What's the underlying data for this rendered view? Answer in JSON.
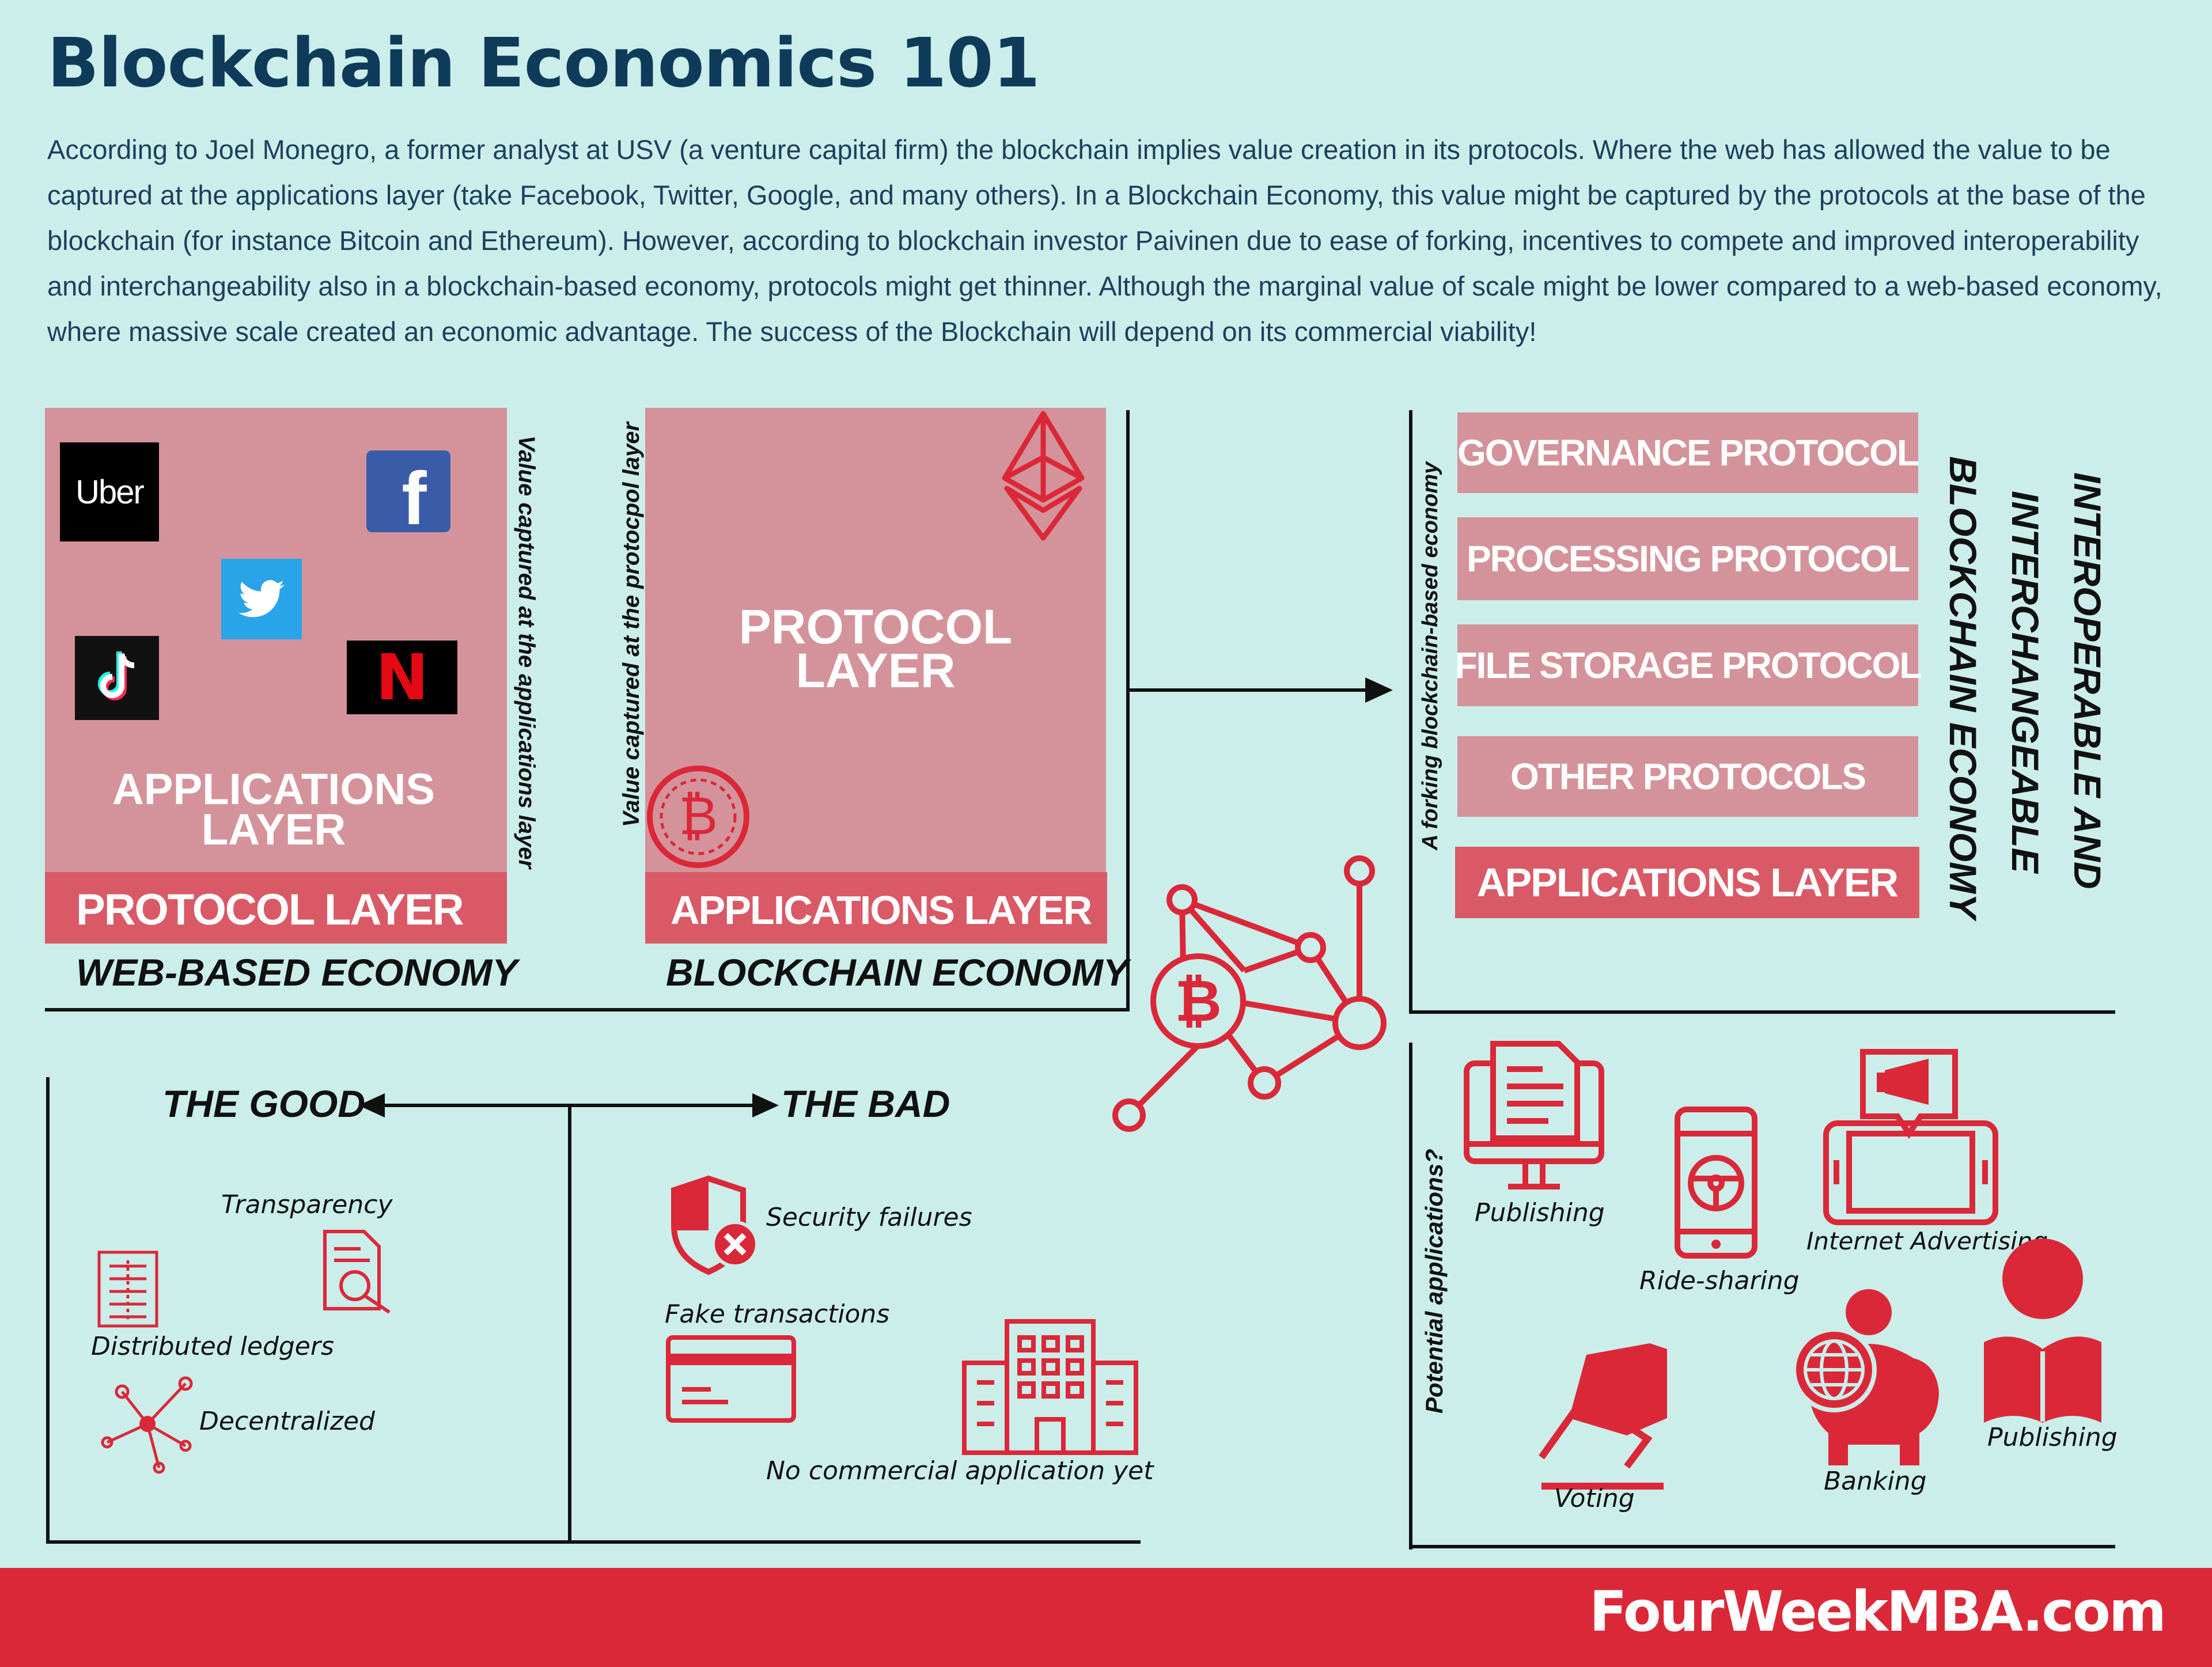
{
  "title": "Blockchain Economics 101",
  "intro": "According to Joel Monegro, a former analyst at USV (a venture capital firm) the blockchain implies value creation in its protocols. Where the web has allowed the value to be captured at the applications layer (take Facebook, Twitter, Google, and many others). In a Blockchain Economy, this value might be captured by the protocols at the base of the blockchain (for instance Bitcoin and Ethereum). However, according to blockchain investor Paivinen due to ease of forking, incentives to compete and improved interoperability and interchangeability also in a blockchain-based economy, protocols might get thinner. Although the marginal value of scale might be lower compared to a web-based economy, where massive scale created an economic advantage. The success of the Blockchain will depend on its commercial viability!",
  "web_economy": {
    "big_label": "APPLICATIONS LAYER",
    "band_label": "PROTOCOL LAYER",
    "caption": "WEB-BASED ECONOMY",
    "side_note": "Value captured at the applications layer",
    "logos": {
      "uber": "Uber",
      "facebook": "f",
      "twitter": "twitter-bird-icon",
      "tiktok": "tiktok-icon",
      "netflix": "N"
    }
  },
  "blockchain_economy": {
    "big_label": "PROTOCOL LAYER",
    "band_label": "APPLICATIONS LAYER",
    "caption": "BLOCKCHAIN ECONOMY",
    "side_note": "Value captured at the protocpol layer"
  },
  "forking": {
    "side_note": "A forking blockchain-based economy",
    "protocols": [
      "GOVERNANCE PROTOCOL",
      "PROCESSING PROTOCOL",
      "FILE STORAGE PROTOCOL",
      "OTHER PROTOCOLS"
    ],
    "apps_band": "APPLICATIONS LAYER",
    "heading_line1": "INTEROPERABLE AND",
    "heading_line2": "INTERCHANGEABLE",
    "heading_line3": "BLOCKCHAIN ECONOMY"
  },
  "good_bad": {
    "good_title": "THE GOOD",
    "bad_title": "THE BAD",
    "good_items": [
      "Transparency",
      "Distributed ledgers",
      "Decentralized"
    ],
    "bad_items": [
      "Security failures",
      "Fake transactions",
      "No commercial application yet"
    ]
  },
  "applications": {
    "side_note": "Potential applications?",
    "items": [
      "Publishing",
      "Ride-sharing",
      "Internet Advertising",
      "Voting",
      "Banking",
      "Publishing"
    ]
  },
  "footer": {
    "brand": "FourWeekMBA.com"
  },
  "colors": {
    "pink": "#d4939b",
    "band": "#d95a66",
    "red": "#db2838",
    "bg": "#cbeeea",
    "title": "#0f3b5a"
  }
}
